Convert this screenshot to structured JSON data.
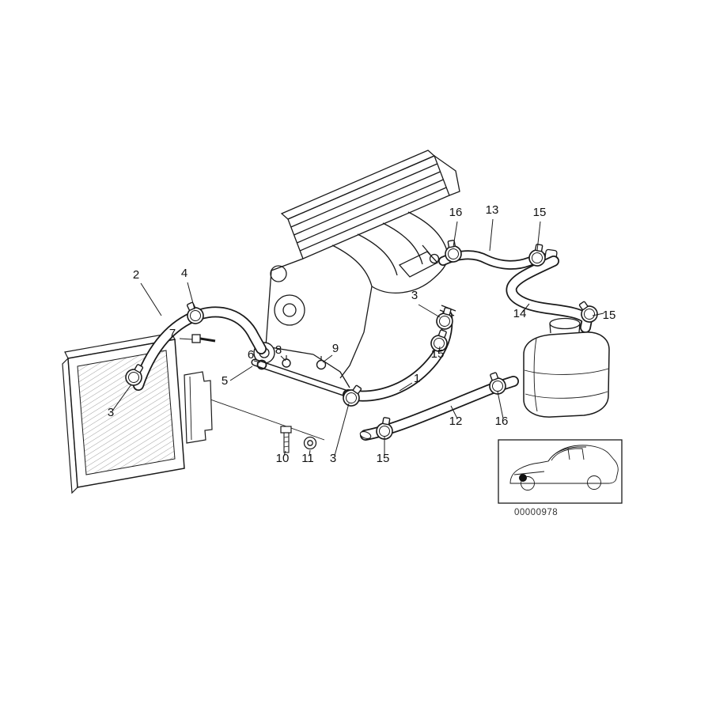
{
  "background": "#ffffff",
  "ink_color": "#1a1a1a",
  "diagram": {
    "id_code": "00000978"
  },
  "callouts": [
    {
      "label": "2"
    },
    {
      "label": "4"
    },
    {
      "label": "16"
    },
    {
      "label": "13"
    },
    {
      "label": "15"
    },
    {
      "label": "3"
    },
    {
      "label": "14"
    },
    {
      "label": "15"
    },
    {
      "label": "7"
    },
    {
      "label": "6"
    },
    {
      "label": "8"
    },
    {
      "label": "9"
    },
    {
      "label": "5"
    },
    {
      "label": "15"
    },
    {
      "label": "1"
    },
    {
      "label": "3"
    },
    {
      "label": "12"
    },
    {
      "label": "16"
    },
    {
      "label": "10"
    },
    {
      "label": "11"
    },
    {
      "label": "3"
    },
    {
      "label": "15"
    }
  ]
}
